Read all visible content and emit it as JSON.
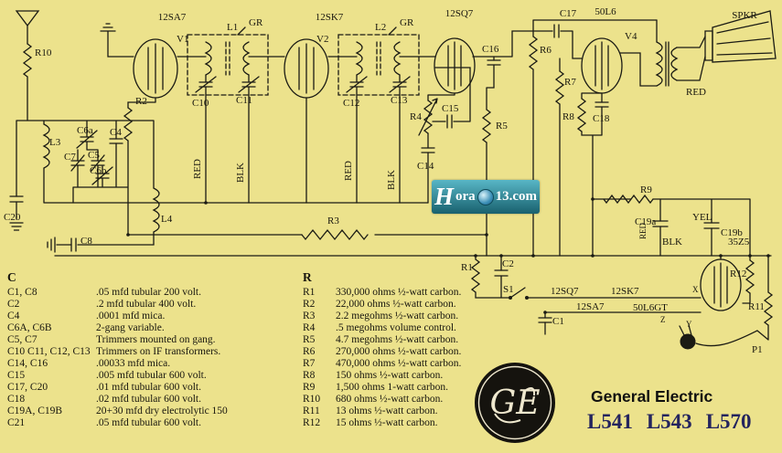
{
  "colors": {
    "paper": "#ece28c",
    "watermark_teal": "#19616e",
    "model_ink": "#24245e"
  },
  "watermark": {
    "h": "H",
    "ora": "ora",
    "tail": "13.com"
  },
  "schematic": {
    "labels": {
      "tube1": "12SA7",
      "v1": "V1",
      "l1": "L1",
      "gr1": "GR",
      "tube2": "12SK7",
      "v2": "V2",
      "l2": "L2",
      "gr2": "GR",
      "tube3": "12SQ7",
      "c16": "C16",
      "c17": "C17",
      "tube4": "50L6",
      "v4": "V4",
      "spkr": "SPKR",
      "r10": "R10",
      "r2": "R2",
      "c10": "C10",
      "c11": "C11",
      "c12": "C12",
      "c13": "C13",
      "r6": "R6",
      "r7": "R7",
      "r8": "R8",
      "c18": "C18",
      "red_out": "RED",
      "red_if1": "RED",
      "blk_if1": "BLK",
      "red_if2": "RED",
      "blk_if2": "BLK",
      "r4": "R4",
      "c15": "C15",
      "r5": "R5",
      "c14": "C14",
      "l3": "L3",
      "c6a": "C6a",
      "c4": "C4",
      "c5": "C5",
      "c7": "C7",
      "c6b": "C6b",
      "l4": "L4",
      "c20": "C20",
      "c8": "C8",
      "r3": "R3",
      "r9": "R9",
      "red_rect": "RED",
      "c19a": "C19a",
      "yel": "YEL",
      "c19b": "C19b",
      "blk_rect": "BLK",
      "tube5": "35Z5",
      "r1": "R1",
      "c2": "C2",
      "s1": "S1",
      "h1": "12SQ7",
      "h2": "12SK7",
      "h3": "12SA7",
      "h4": "50L6GT",
      "c1": "C1",
      "r12": "R12",
      "r11": "R11",
      "p1": "P1",
      "pin_x": "X",
      "pin_y": "Y",
      "pin_z": "Z"
    }
  },
  "parts": {
    "c_header": "C",
    "c_items": [
      {
        "ref": "C1, C8",
        "desc": ".05 mfd tubular 200 volt."
      },
      {
        "ref": "C2",
        "desc": ".2 mfd tubular 400 volt."
      },
      {
        "ref": "C4",
        "desc": ".0001 mfd mica."
      },
      {
        "ref": "C6A, C6B",
        "desc": "2-gang variable."
      },
      {
        "ref": "C5, C7",
        "desc": "Trimmers mounted on gang."
      },
      {
        "ref": "C10 C11, C12, C13",
        "desc": "Trimmers on IF transformers."
      },
      {
        "ref": "C14, C16",
        "desc": ".00033 mfd mica."
      },
      {
        "ref": "C15",
        "desc": ".005 mfd tubular 600 volt."
      },
      {
        "ref": "C17, C20",
        "desc": ".01 mfd tubular 600 volt."
      },
      {
        "ref": "C18",
        "desc": ".02 mfd tubular 600 volt."
      },
      {
        "ref": "C19A, C19B",
        "desc": "20+30 mfd dry electrolytic 150"
      },
      {
        "ref": "C21",
        "desc": ".05 mfd tubular 600 volt."
      }
    ],
    "r_header": "R",
    "r_items": [
      {
        "ref": "R1",
        "desc": "330,000 ohms ½-watt carbon."
      },
      {
        "ref": "R2",
        "desc": "22,000 ohms ½-watt carbon."
      },
      {
        "ref": "R3",
        "desc": "2.2 megohms ½-watt carbon."
      },
      {
        "ref": "R4",
        "desc": ".5 megohms volume control."
      },
      {
        "ref": "R5",
        "desc": "4.7 megohms ½-watt carbon."
      },
      {
        "ref": "R6",
        "desc": "270,000 ohms ½-watt carbon."
      },
      {
        "ref": "R7",
        "desc": "470,000 ohms ½-watt carbon."
      },
      {
        "ref": "R8",
        "desc": "150 ohms ½-watt carbon."
      },
      {
        "ref": "R9",
        "desc": "1,500 ohms 1-watt carbon."
      },
      {
        "ref": "R10",
        "desc": "680 ohms ½-watt carbon."
      },
      {
        "ref": "R11",
        "desc": "13 ohms ½-watt carbon."
      },
      {
        "ref": "R12",
        "desc": "15 ohms ½-watt carbon."
      }
    ]
  },
  "branding": {
    "monogram": "GE",
    "company": "General Electric",
    "models": [
      "L541",
      "L543",
      "L570"
    ]
  }
}
